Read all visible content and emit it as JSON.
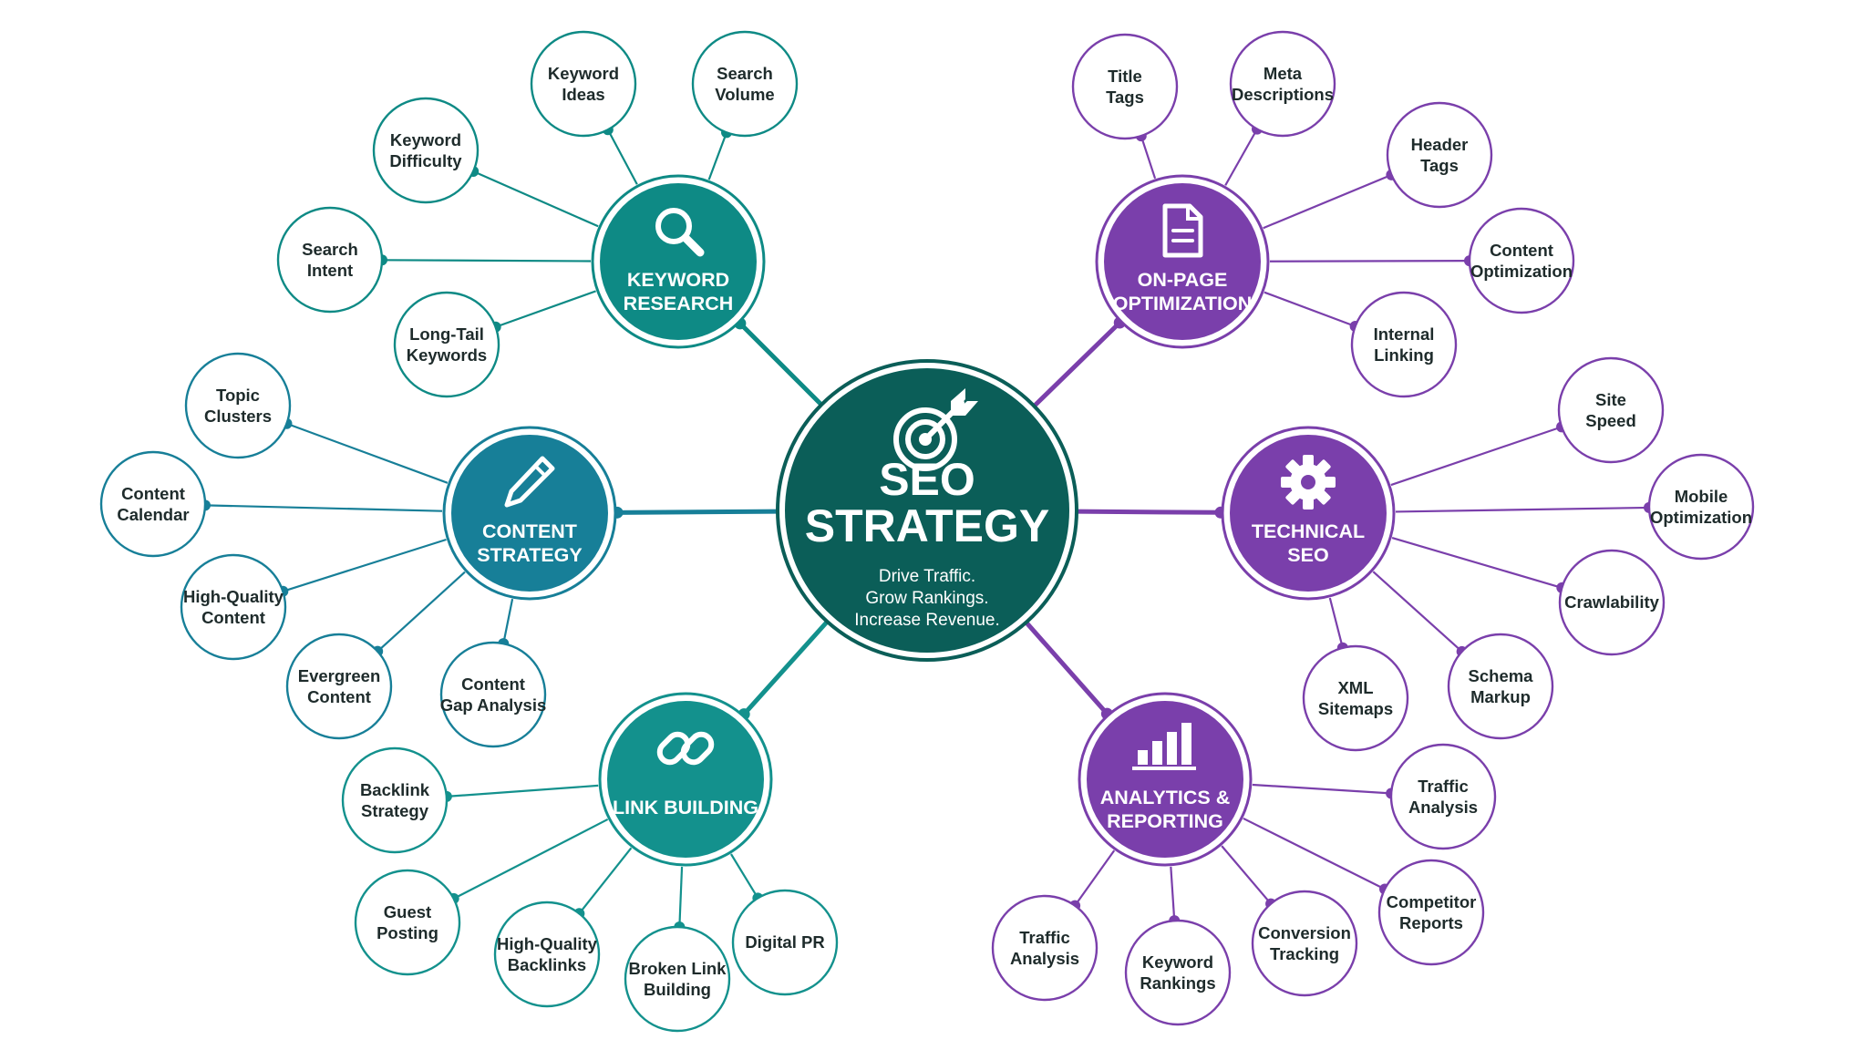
{
  "colors": {
    "center_fill": "#0b5e58",
    "center_stroke": "#0b5e58",
    "keyword_research": "#0e8a85",
    "content_strategy": "#177f98",
    "link_building": "#13918d",
    "on_page": "#7a3fab",
    "technical": "#7a3fab",
    "analytics": "#7a3fab"
  },
  "center": {
    "title_line1": "SEO",
    "title_line2": "STRATEGY",
    "tagline1": "Drive Traffic.",
    "tagline2": "Grow Rankings.",
    "tagline3": "Increase Revenue.",
    "icon": "target-arrow-icon"
  },
  "hubs": {
    "keyword_research": {
      "line1": "KEYWORD",
      "line2": "RESEARCH",
      "icon": "magnifier-icon",
      "leaves": [
        {
          "line1": "Keyword",
          "line2": "Ideas"
        },
        {
          "line1": "Search",
          "line2": "Volume"
        },
        {
          "line1": "Keyword",
          "line2": "Difficulty"
        },
        {
          "line1": "Search",
          "line2": "Intent"
        },
        {
          "line1": "Long-Tail",
          "line2": "Keywords"
        }
      ]
    },
    "on_page": {
      "line1": "ON-PAGE",
      "line2": "OPTIMIZATION",
      "icon": "document-icon",
      "leaves": [
        {
          "line1": "Title",
          "line2": "Tags"
        },
        {
          "line1": "Meta",
          "line2": "Descriptions"
        },
        {
          "line1": "Header",
          "line2": "Tags"
        },
        {
          "line1": "Content",
          "line2": "Optimization"
        },
        {
          "line1": "Internal",
          "line2": "Linking"
        }
      ]
    },
    "content_strategy": {
      "line1": "CONTENT",
      "line2": "STRATEGY",
      "icon": "pencil-icon",
      "leaves": [
        {
          "line1": "Topic",
          "line2": "Clusters"
        },
        {
          "line1": "Content",
          "line2": "Calendar"
        },
        {
          "line1": "High-Quality",
          "line2": "Content"
        },
        {
          "line1": "Evergreen",
          "line2": "Content"
        },
        {
          "line1": "Content",
          "line2": "Gap Analysis"
        }
      ]
    },
    "technical": {
      "line1": "TECHNICAL",
      "line2": "SEO",
      "icon": "gear-icon",
      "leaves": [
        {
          "line1": "Site",
          "line2": "Speed"
        },
        {
          "line1": "Mobile",
          "line2": "Optimization"
        },
        {
          "line1": "Crawlability",
          "line2": ""
        },
        {
          "line1": "Schema",
          "line2": "Markup"
        },
        {
          "line1": "XML",
          "line2": "Sitemaps"
        }
      ]
    },
    "link_building": {
      "line1": "LINK BUILDING",
      "line2": "",
      "icon": "chain-link-icon",
      "leaves": [
        {
          "line1": "Backlink",
          "line2": "Strategy"
        },
        {
          "line1": "Guest",
          "line2": "Posting"
        },
        {
          "line1": "High-Quality",
          "line2": "Backlinks"
        },
        {
          "line1": "Broken Link",
          "line2": "Building"
        },
        {
          "line1": "Digital PR",
          "line2": ""
        }
      ]
    },
    "analytics": {
      "line1": "ANALYTICS &",
      "line2": "REPORTING",
      "icon": "bar-chart-icon",
      "leaves": [
        {
          "line1": "Traffic",
          "line2": "Analysis"
        },
        {
          "line1": "Competitor",
          "line2": "Reports"
        },
        {
          "line1": "Conversion",
          "line2": "Tracking"
        },
        {
          "line1": "Keyword",
          "line2": "Rankings"
        },
        {
          "line1": "Traffic",
          "line2": "Analysis"
        }
      ]
    }
  }
}
